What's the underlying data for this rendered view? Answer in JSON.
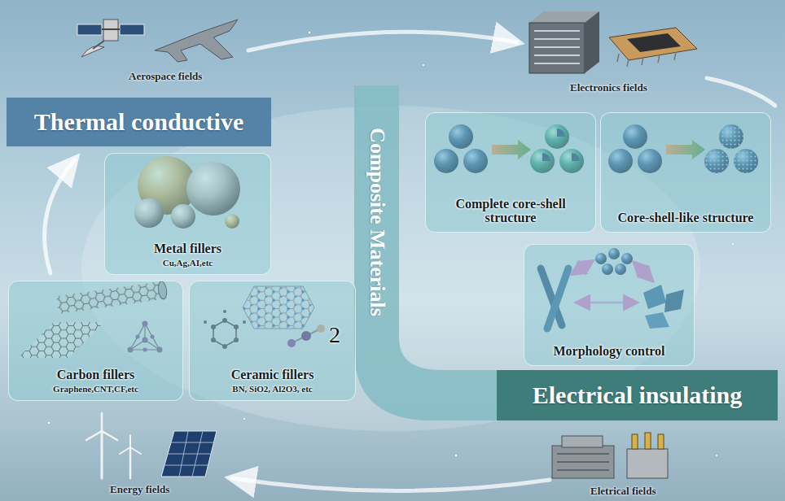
{
  "diagram": {
    "nodes": [
      {
        "text": [
          "Thermal conductive"
        ]
      },
      {
        "text": [
          "Metal fillers",
          "Cu,Ag,AI,etc"
        ]
      },
      {
        "text": [
          "Carbon fillers",
          "Graphene,CNT,CF,etc"
        ]
      },
      {
        "text": [
          "Ceramic fillers",
          "BN, SiO2, Al2O3, etc"
        ]
      },
      {
        "text": [
          "Composite Materials"
        ]
      },
      {
        "text": [
          "Complete core-shell structure"
        ]
      },
      {
        "text": [
          "Core-shell-like structure"
        ]
      },
      {
        "text": [
          "Morphology control"
        ]
      },
      {
        "text": [
          "Electrical insulating"
        ]
      }
    ],
    "labels": [
      "Aerospace fields",
      "Electronics fields",
      "2",
      "Energy fields",
      "Eletrical fields"
    ]
  }
}
